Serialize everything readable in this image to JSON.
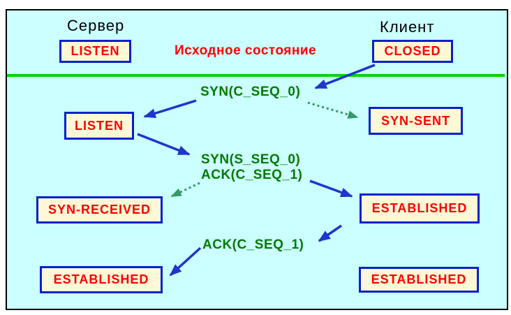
{
  "diagram": {
    "server_label": "Сервер",
    "client_label": "Клиент",
    "initial_state_label": "Исходное состояние",
    "states": {
      "server_listen_initial": "LISTEN",
      "client_closed_initial": "CLOSED",
      "server_listen": "LISTEN",
      "client_syn_sent": "SYN-SENT",
      "server_syn_received": "SYN-RECEIVED",
      "client_established": "ESTABLISHED",
      "server_established": "ESTABLISHED",
      "client_established_final": "ESTABLISHED"
    },
    "messages": {
      "syn_client": "SYN(C_SEQ_0)",
      "syn_server": "SYN(S_SEQ_0)",
      "ack_server": "ACK(C_SEQ_1)",
      "ack_client": "ACK(C_SEQ_1)"
    },
    "colors": {
      "canvas_background": "#CCFFFF",
      "box_fill": "#FFF8D6",
      "box_border": "#0022CC",
      "state_text": "#FF0000",
      "message_text": "#007A00",
      "divider_green": "#00D400",
      "arrow_blue": "#1F35CC",
      "arrow_dotted_green": "#339966"
    }
  }
}
